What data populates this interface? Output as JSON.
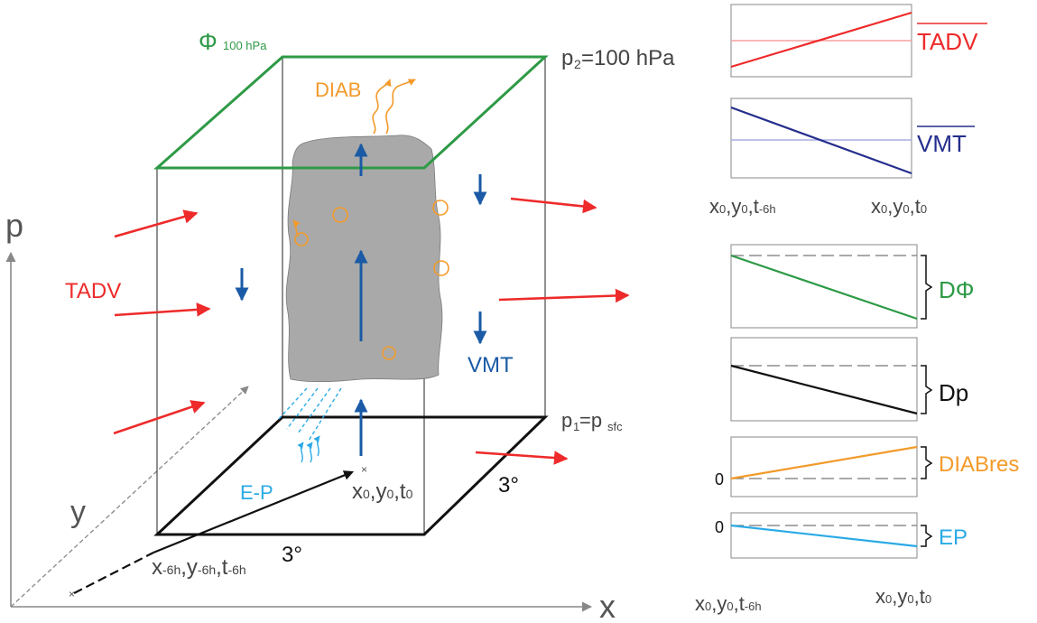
{
  "colors": {
    "red": "#ee2a2a",
    "green": "#2e9a46",
    "blue": "#1a5aa6",
    "navy": "#242e8c",
    "orange": "#f39a2a",
    "cyan": "#2aaae6",
    "gray_cloud": "#a9a9a9",
    "text_gray": "#444444"
  },
  "box": {
    "top_label": "Φ",
    "top_label_sub": "100 hPa",
    "p2_label": "p",
    "p2_sub": "2",
    "p2_value": "=100 hPa",
    "p1_label": "p",
    "p1_sub": "1",
    "p1_eq": "=p",
    "p1_sfc": "sfc",
    "edge_label_right": "3°",
    "edge_label_bottom": "3°"
  },
  "axes": {
    "p_label": "p",
    "x_label": "x",
    "y_label": "y"
  },
  "processes": {
    "tadv": "TADV",
    "diab": "DIAB",
    "vmt": "VMT",
    "ep": "E-P"
  },
  "positions": {
    "start": {
      "x": "x",
      "x_sub": "-6h",
      "y": ",y",
      "y_sub": "-6h",
      "t": ",t",
      "t_sub": "-6h"
    },
    "end": {
      "x": "x",
      "x_sub": "0",
      "y": ",y",
      "y_sub": "0",
      "t": ",t",
      "t_sub": "0"
    }
  },
  "panels": {
    "top_axis_left": {
      "x": "x",
      "x_sub": "0",
      "y": ",y",
      "y_sub": "0",
      "t": ",t",
      "t_sub": "-6h"
    },
    "top_axis_right": {
      "x": "x",
      "x_sub": "0",
      "y": ",y",
      "y_sub": "0",
      "t": ",t",
      "t_sub": "0"
    },
    "bottom_axis_left": {
      "x": "x",
      "x_sub": "0",
      "y": ",y",
      "y_sub": "0",
      "t": ",t",
      "t_sub": "-6h"
    },
    "bottom_axis_right": {
      "x": "x",
      "x_sub": "0",
      "y": ",y",
      "y_sub": "0",
      "t": ",t",
      "t_sub": "0"
    },
    "tadv_label": "TADV",
    "vmt_label": "VMT",
    "dphi_label": "DΦ",
    "dp_label": "Dp",
    "diabres_label": "DIABres",
    "ep_label": "EP",
    "zero_1": "0",
    "zero_2": "0"
  }
}
